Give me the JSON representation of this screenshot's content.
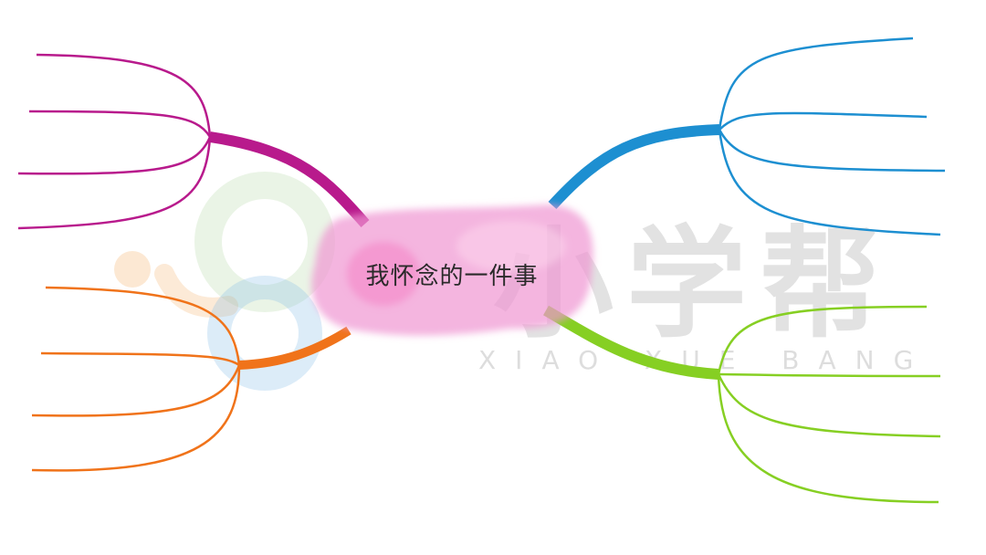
{
  "diagram": {
    "type": "mind-map",
    "center_topic": "我怀念的一件事",
    "branches": [
      {
        "id": "top-left",
        "color": "#b81a8c",
        "sub_branch_count": 4
      },
      {
        "id": "bottom-left",
        "color": "#f0731a",
        "sub_branch_count": 4
      },
      {
        "id": "top-right",
        "color": "#1d8fd1",
        "sub_branch_count": 4
      },
      {
        "id": "bottom-right",
        "color": "#86cf23",
        "sub_branch_count": 4
      }
    ],
    "center_color": "#ee8fd0"
  },
  "watermark": {
    "brand_cn": "小学帮",
    "brand_en": "XIAO XUE BANG"
  }
}
